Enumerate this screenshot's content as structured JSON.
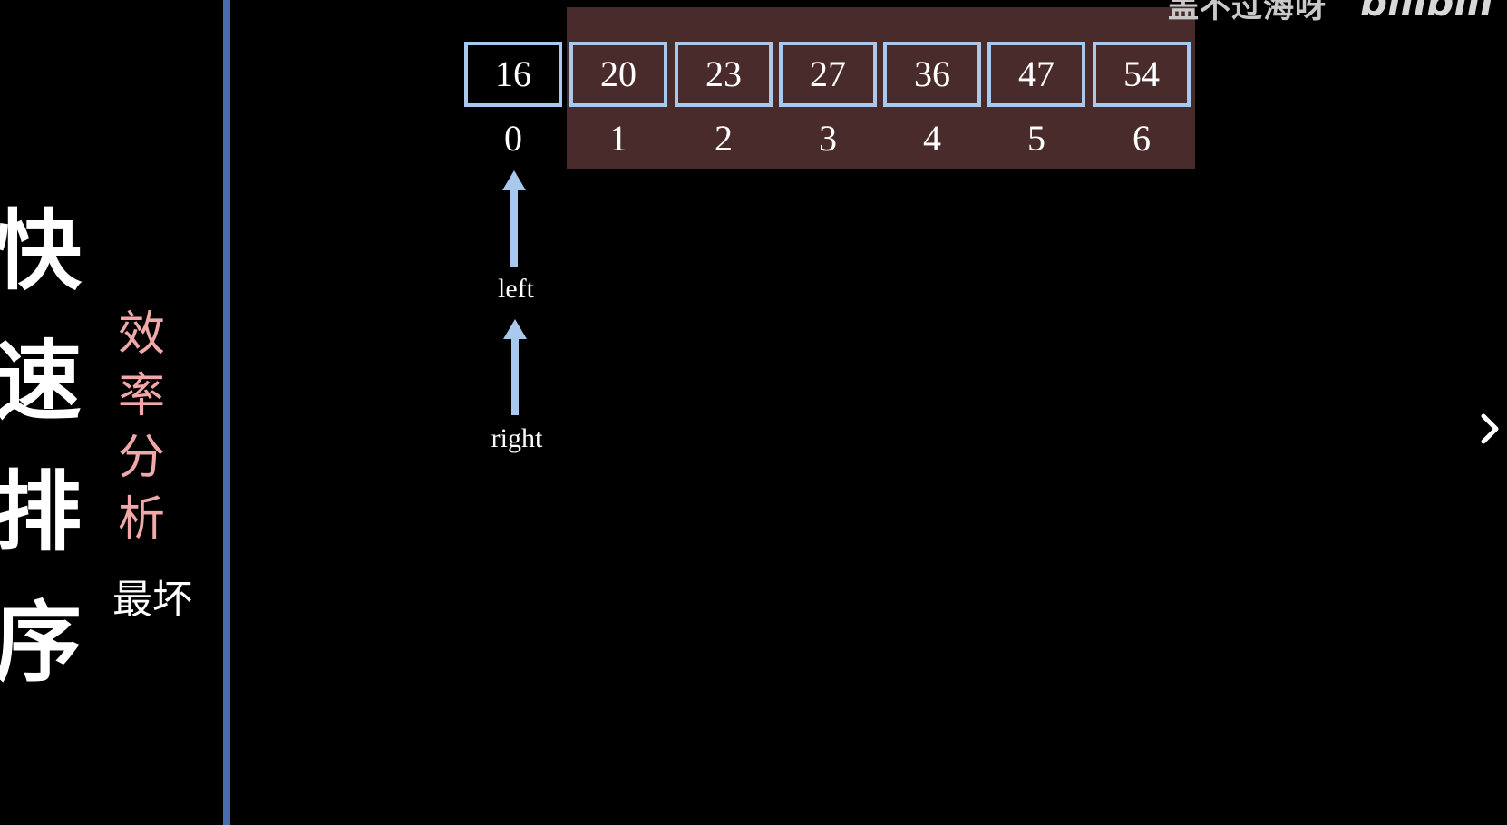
{
  "title": {
    "chars": [
      "快",
      "速",
      "排",
      "序"
    ],
    "subtitle_chars": [
      "效",
      "率",
      "分",
      "析"
    ],
    "case_label": "最坏"
  },
  "array": {
    "values": [
      "16",
      "20",
      "23",
      "27",
      "36",
      "47",
      "54"
    ],
    "indices": [
      "0",
      "1",
      "2",
      "3",
      "4",
      "5",
      "6"
    ]
  },
  "pointers": {
    "left_label": "left",
    "right_label": "right"
  },
  "watermark": {
    "text": "盖不过海呀",
    "logo": "bilibili"
  },
  "colors": {
    "background": "#000000",
    "divider": "#4a6bb0",
    "cell_border": "#a8c8ee",
    "band": "#4a2b2b",
    "subtitle": "#f0a8a8",
    "arrow": "#a8c8ee"
  },
  "icons": {
    "next": "chevron-right-icon"
  }
}
